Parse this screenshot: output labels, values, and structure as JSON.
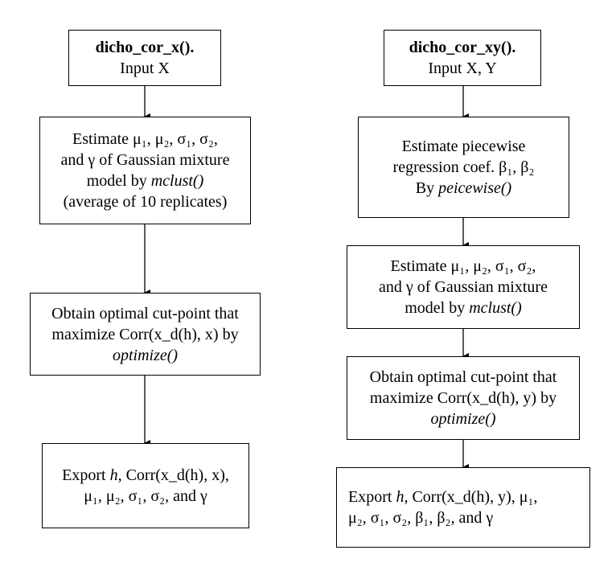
{
  "left": {
    "box1": {
      "title": "dicho_cor_x().",
      "input": "Input X"
    },
    "box2": {
      "line1": "Estimate μ₁, μ₂, σ₁, σ₂,",
      "line2": "and γ of Gaussian mixture",
      "line3_a": "model by ",
      "line3_b": "mclust()",
      "line4": "(average of 10 replicates)"
    },
    "box3": {
      "line1": "Obtain optimal cut-point that",
      "line2": "maximize Corr(x_d(h), x) by",
      "line3": "optimize()"
    },
    "box4": {
      "line1_a": "Export ",
      "line1_h": "h",
      "line1_b": ", Corr(x_d(h), x),",
      "line2": "μ₁, μ₂, σ₁, σ₂, and γ"
    }
  },
  "right": {
    "box1": {
      "title": "dicho_cor_xy().",
      "input": "Input X, Y"
    },
    "box2": {
      "line1": "Estimate piecewise",
      "line2": "regression coef. β₁, β₂",
      "line3_a": "By ",
      "line3_b": "peicewise()"
    },
    "box3": {
      "line1": "Estimate μ₁, μ₂, σ₁, σ₂,",
      "line2": "and γ of Gaussian mixture",
      "line3_a": "model by ",
      "line3_b": "mclust()"
    },
    "box4": {
      "line1": "Obtain optimal cut-point that",
      "line2": "maximize Corr(x_d(h), y) by",
      "line3": "optimize()"
    },
    "box5": {
      "line1_a": "Export ",
      "line1_h": "h",
      "line1_b": ", Corr(x_d(h), y), μ₁,",
      "line2": "μ₂, σ₁, σ₂, β₁, β₂, and γ"
    }
  }
}
